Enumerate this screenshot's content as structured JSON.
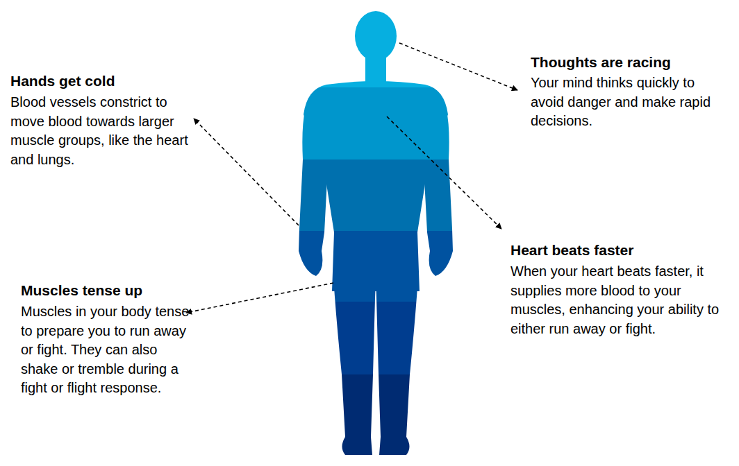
{
  "diagram": {
    "labels": [
      "Hands get cold",
      "Blood vessels constrict to move blood towards larger muscle groups, like the heart and lungs.",
      "Thoughts are racing",
      "Your mind thinks quickly to avoid danger and make rapid decisions.",
      "Heart beats faster",
      "When your heart beats faster, it supplies more blood to your muscles, enhancing your ability to either run away or fight.",
      "Muscles tense up",
      "Muscles in your body tense to prepare you to run away or fight. They can also shake or tremble during a fight or flight response."
    ]
  }
}
